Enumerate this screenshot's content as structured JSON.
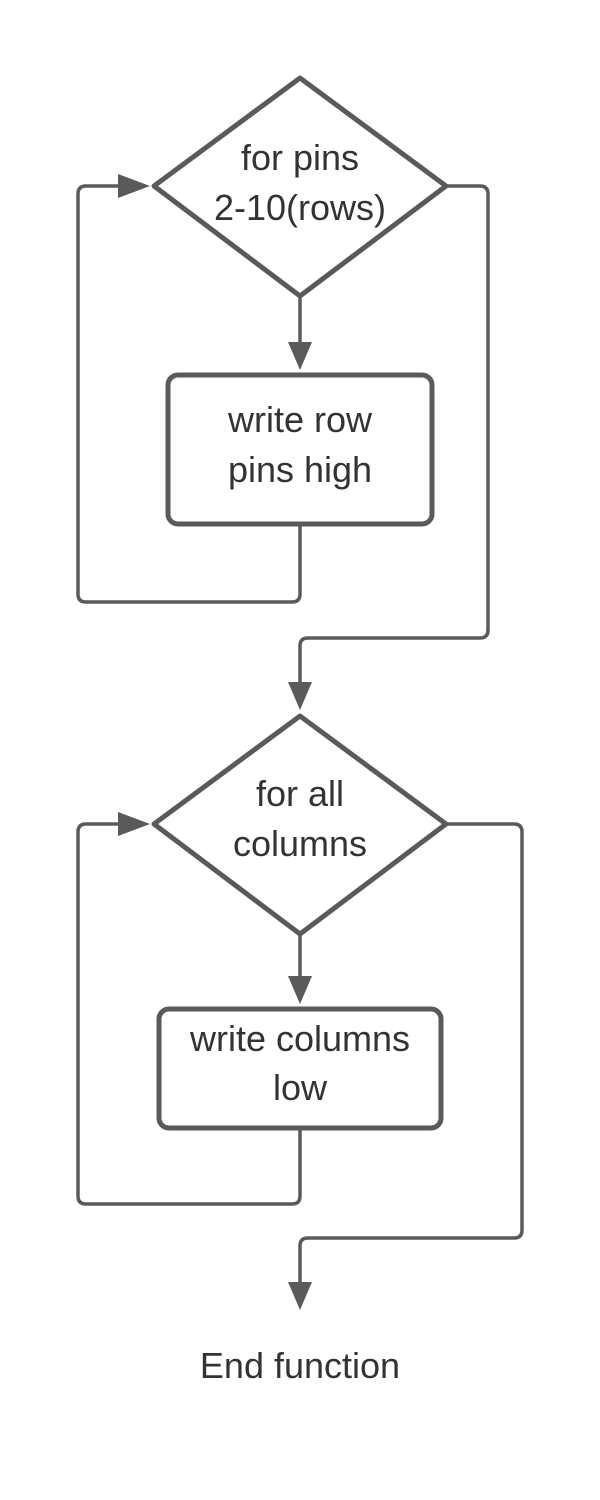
{
  "flowchart": {
    "loop_rows": {
      "decision": {
        "line1": "for pins",
        "line2": "2-10(rows)"
      },
      "action": {
        "line1": "write row",
        "line2": "pins high"
      }
    },
    "loop_columns": {
      "decision": {
        "line1": "for all",
        "line2": "columns"
      },
      "action": {
        "line1": "write columns",
        "line2": "low"
      }
    },
    "end": {
      "label": "End function"
    }
  },
  "colors": {
    "stroke": "#5a5a5a",
    "text": "#333333",
    "background": "#ffffff"
  }
}
